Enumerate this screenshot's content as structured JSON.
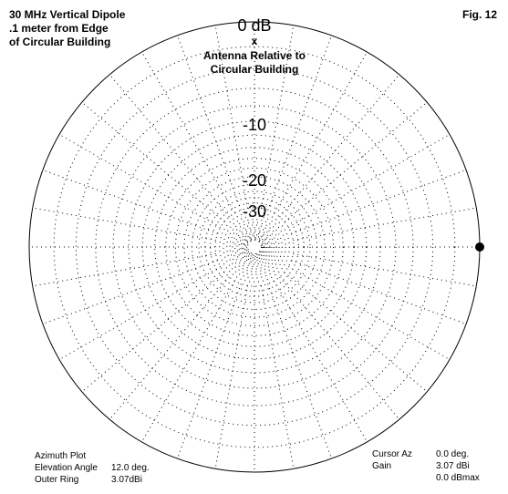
{
  "title_lines": [
    "30 MHz Vertical Dipole",
    ".1 meter from Edge",
    "of Circular Building"
  ],
  "figure_label": "Fig. 12",
  "chart_data": {
    "type": "polar",
    "ring_labels": [
      "0 dB",
      "-10",
      "-20",
      "-30"
    ],
    "ring_db_values": [
      0,
      -10,
      -20,
      -30
    ],
    "marker_label": "x",
    "annotation_lines": [
      "Antenna Relative to",
      "Circular Building"
    ],
    "pattern": [
      {
        "azimuth_deg": 0,
        "relative_db": 0
      }
    ],
    "cursor_azimuth_deg": 0,
    "grid": true
  },
  "info_left": [
    {
      "label": "Azimuth Plot",
      "value": ""
    },
    {
      "label": "Elevation Angle",
      "value": "12.0 deg."
    },
    {
      "label": "Outer Ring",
      "value": "3.07dBi"
    }
  ],
  "info_right": [
    {
      "label": "Cursor Az",
      "value": "0.0 deg."
    },
    {
      "label": "Gain",
      "value": "3.07 dBi"
    },
    {
      "label": "",
      "value": "0.0 dBmax"
    }
  ],
  "colors": {
    "ink": "#000000",
    "background": "#ffffff"
  }
}
